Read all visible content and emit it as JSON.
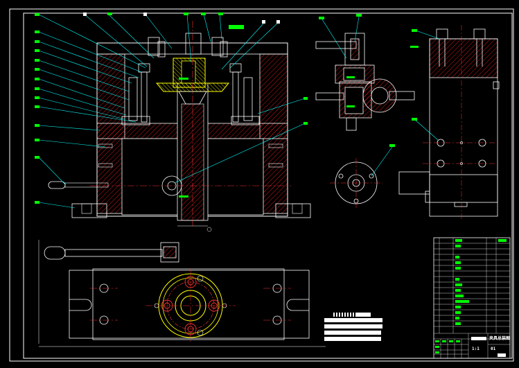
{
  "drawing": {
    "width": 749,
    "height": 531,
    "colors": {
      "background": "#000000",
      "outline": "#ffffff",
      "hatch": "#ff0000",
      "leader": "#00ffff",
      "centerline": "#ff3333",
      "label_box": "#00ff00",
      "highlight": "#ffff00",
      "note_bar": "#ffffff"
    }
  },
  "title_block": {
    "scale_text": "1:1",
    "title_right": "夹具总装图",
    "drawing_no": "01"
  }
}
